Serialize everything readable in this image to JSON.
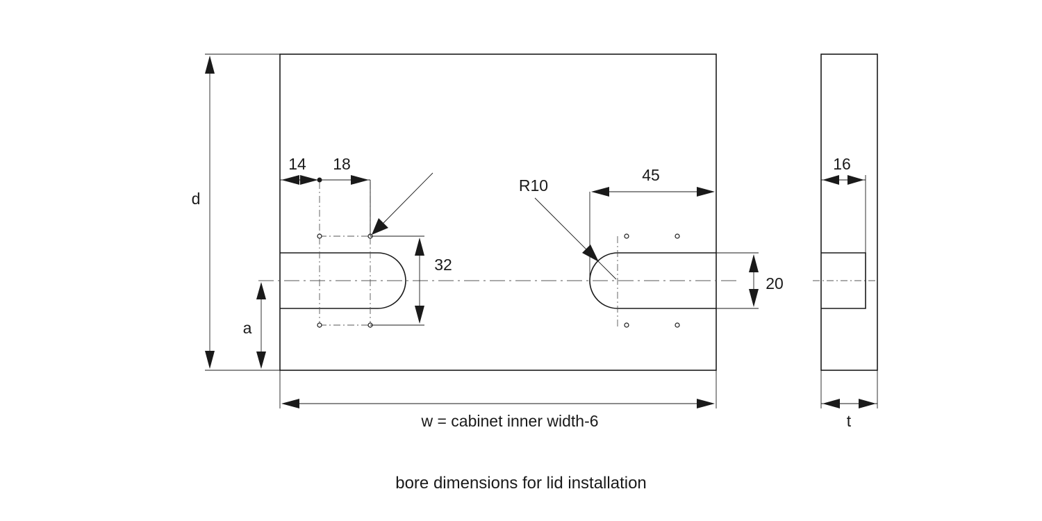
{
  "labels": {
    "depth": "d",
    "height_a": "a",
    "width": "w = cabinet inner width-6",
    "thickness": "t",
    "edge_offset": "14",
    "hole_spacing_x": "18",
    "hole_spacing_y": "32",
    "radius": "R10",
    "slot_length": "45",
    "slot_width": "20",
    "slot_depth": "16"
  },
  "caption": "bore dimensions for lid installation"
}
